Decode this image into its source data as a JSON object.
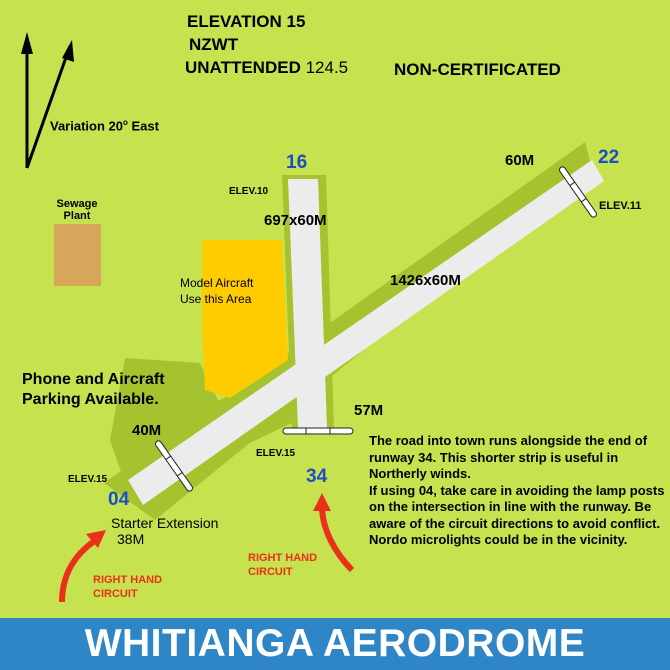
{
  "header": {
    "elevation": "ELEVATION 15",
    "code": "NZWT",
    "unattended": "UNATTENDED",
    "frequency": "124.5",
    "certification": "NON-CERTIFICATED"
  },
  "variation": {
    "text": "Variation 20",
    "degree": "o",
    "east": " East"
  },
  "sewage_plant": "Sewage\nPlant",
  "model_aircraft": "Model Aircraft\nUse this Area",
  "parking": "Phone and Aircraft\nParking Available.",
  "runway_16_34": {
    "end_16": "16",
    "end_34": "34",
    "dimensions": "697x60M",
    "elev_16": "ELEV.10",
    "elev_34": "ELEV.15",
    "width_34": "57M"
  },
  "runway_04_22": {
    "end_04": "04",
    "end_22": "22",
    "dimensions": "1426x60M",
    "elev_04": "ELEV.15",
    "elev_22": "ELEV.11",
    "width_04": "40M",
    "width_22": "60M",
    "starter_extension": "Starter Extension",
    "starter_length": "38M"
  },
  "circuits": {
    "left": "RIGHT HAND\nCIRCUIT",
    "right": "RIGHT HAND\nCIRCUIT"
  },
  "note": [
    "The road into town runs alongside the end of runway 34. This shorter strip is useful in Northerly winds.",
    "If using 04, take care in avoiding the lamp posts on the intersection in line with the runway. Be aware of the circuit directions to avoid conflict. Nordo microlights could be in the vicinity."
  ],
  "footer_title": "WHITIANGA AERODROME",
  "colors": {
    "background": "#c7e24f",
    "grass_strip": "#a5c22f",
    "runway": "#ececec",
    "model_area": "#ffcc00",
    "sewage": "#d6a75b",
    "runway_number": "#1d4fc4",
    "circuit_arrow": "#e8301b",
    "footer": "#2f86c6"
  }
}
